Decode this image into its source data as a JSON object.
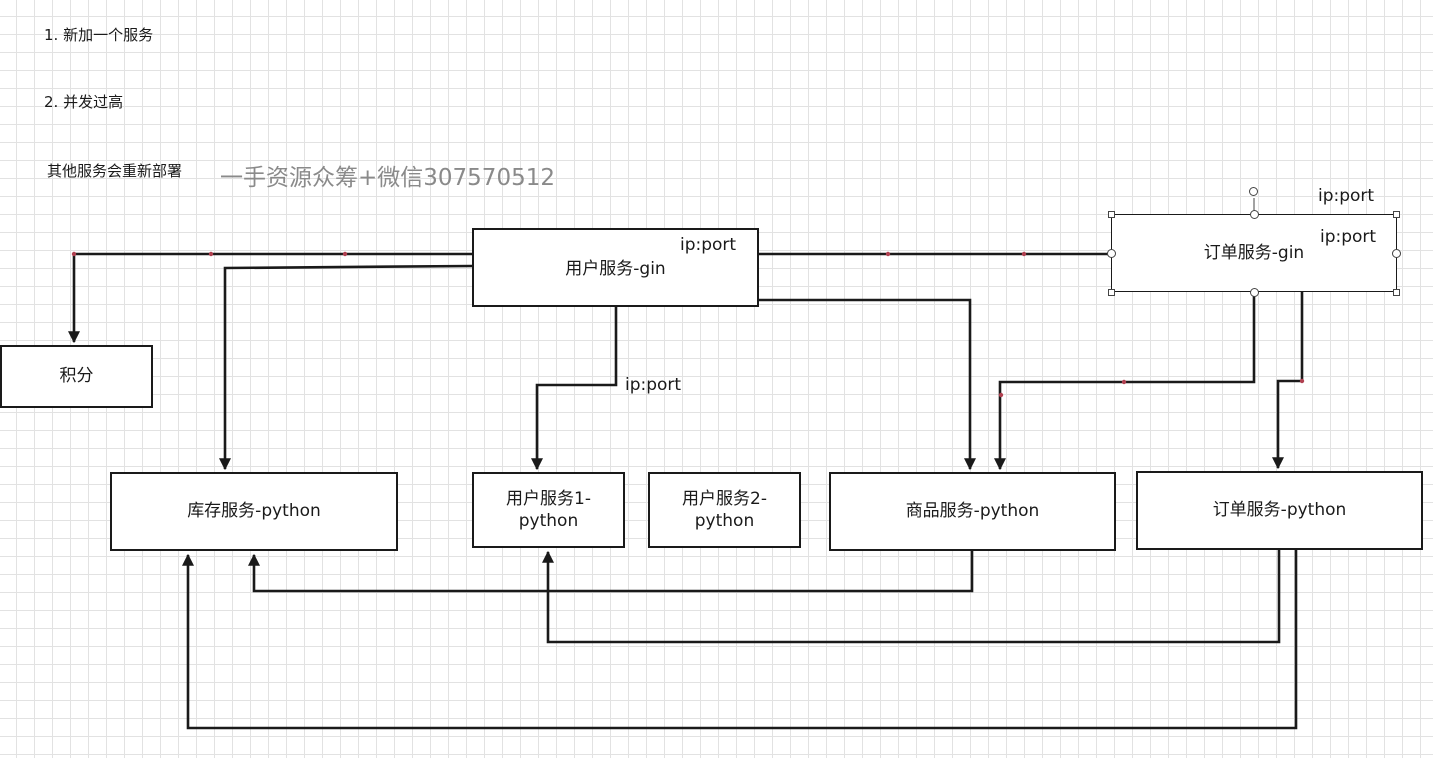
{
  "notes": {
    "note1": "1. 新加一个服务",
    "note2": "2. 并发过高",
    "note3": "其他服务会重新部署",
    "watermark": "一手资源众筹+微信307570512"
  },
  "nodes": {
    "user_gin": "用户服务-gin",
    "order_gin": "订单服务-gin",
    "points": "积分",
    "inventory_python": "库存服务-python",
    "user1_python": "用户服务1-python",
    "user2_python": "用户服务2-python",
    "goods_python": "商品服务-python",
    "order_python": "订单服务-python"
  },
  "edge_labels": {
    "user_gin_ipport": "ip:port",
    "user_to_user1_ipport": "ip:port",
    "order_gin_ipport_top": "ip:port",
    "order_gin_ipport_inner": "ip:port"
  },
  "colors": {
    "line": "#1a1a1a",
    "waypoint": "#b04050",
    "grid": "#e2e2e2"
  }
}
